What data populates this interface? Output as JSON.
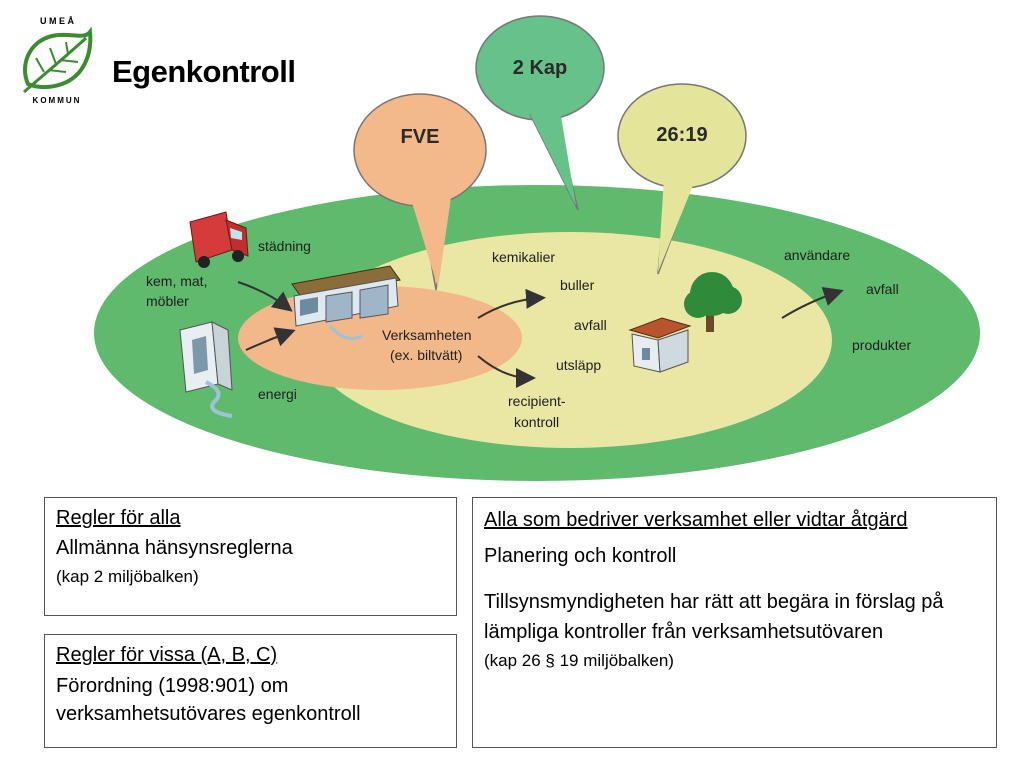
{
  "logo": {
    "top_text": "U M E Å",
    "bottom_text": "KOMMUN",
    "color": "#3a8d2f"
  },
  "title": "Egenkontroll",
  "diagram": {
    "bubbles": [
      "FVE",
      "2 Kap",
      "26:19"
    ],
    "labels": {
      "stadning": "städning",
      "kem_mat": "kem, mat,",
      "mobler": "möbler",
      "energi": "energi",
      "verksamheten": "Verksamheten",
      "biltvatt": "(ex. biltvätt)",
      "kemikalier": "kemikalier",
      "buller": "buller",
      "avfall_inner": "avfall",
      "utslapp": "utsläpp",
      "recipient": "recipient-",
      "kontroll": "kontroll",
      "anvandare": "användare",
      "avfall_outer": "avfall",
      "produkter": "produkter"
    },
    "colors": {
      "outer_ellipse": "#5fba6d",
      "middle_ellipse": "#eae6a4",
      "inner_ellipse": "#f2b88a",
      "fve_bubble": "#f3b98b",
      "kap_bubble": "#67c18b",
      "sec_bubble": "#e4e59a"
    }
  },
  "boxes": [
    {
      "heading": "Regler för alla",
      "lines": [
        "Allmänna hänsynsreglerna"
      ],
      "note": "(kap 2 miljöbalken)"
    },
    {
      "heading": "Regler för vissa (A, B, C)",
      "lines": [
        "Förordning (1998:901) om verksamhetsutövares egenkontroll"
      ]
    },
    {
      "heading": "Alla som bedriver verksamhet eller vidtar åtgärd",
      "lines": [
        "Planering och kontroll",
        "Tillsynsmyndigheten har rätt att begära in förslag på lämpliga kontroller från verksamhetsutövaren"
      ],
      "note": "(kap 26 § 19 miljöbalken)"
    }
  ]
}
